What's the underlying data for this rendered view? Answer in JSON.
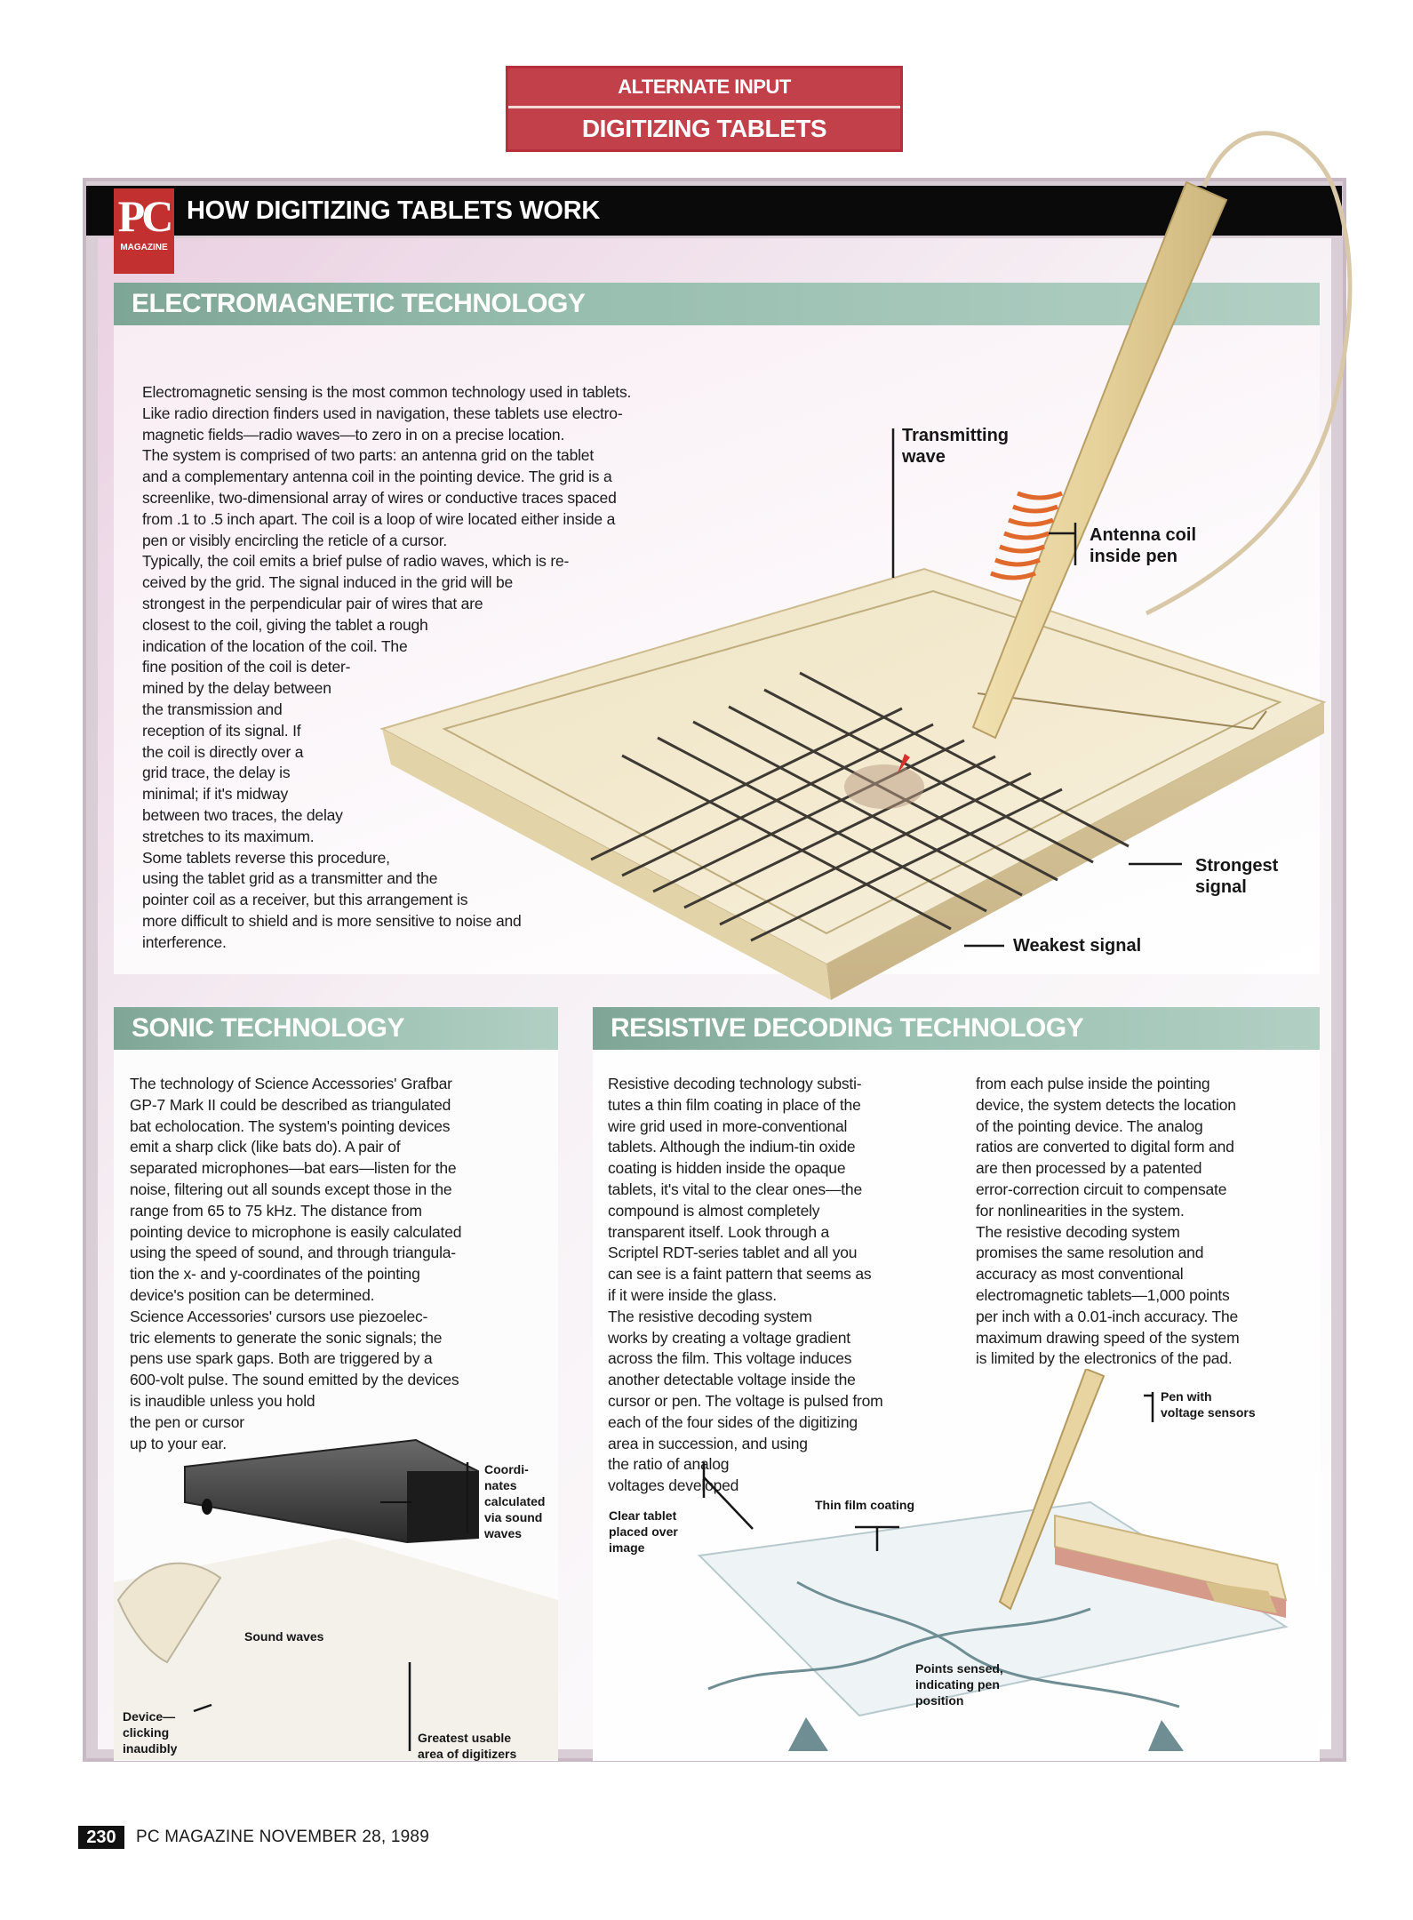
{
  "header": {
    "kicker": "ALTERNATE INPUT",
    "section": "DIGITIZING TABLETS"
  },
  "box": {
    "logo": "PC",
    "logo_sub": "MAGAZINE",
    "title": "HOW DIGITIZING TABLETS WORK"
  },
  "electromagnetic": {
    "heading": "ELECTROMAGNETIC TECHNOLOGY",
    "body": "Electromagnetic sensing is the most common technology used in tablets.\nLike radio direction finders used in navigation, these tablets use electro-\nmagnetic fields—radio waves—to zero in on a precise location.\n      The system is comprised of  two parts: an antenna grid on the tablet\nand a complementary antenna coil in the pointing device. The grid is a\nscreenlike, two-dimensional array of wires or conductive traces spaced\nfrom .1 to .5 inch apart. The coil is a loop of wire located either inside a\npen or visibly encircling the reticle of a cursor.\n      Typically, the coil emits a brief pulse of radio waves, which is re-\nceived by the grid. The signal induced in the grid will be\nstrongest in the perpendicular pair of wires that are\nclosest to the coil, giving the tablet a rough\nindication of the location of the coil. The\nfine position of the coil is deter-\nmined by the delay between\nthe transmission and\nreception of its signal. If\nthe coil is directly over a\ngrid trace, the delay is\nminimal; if it's midway\nbetween two traces, the delay\nstretches to its maximum.\n      Some tablets reverse this procedure,\nusing the tablet grid as a transmitter and the\npointer coil as a receiver, but this arrangement is\nmore difficult to shield and is more sensitive to noise and\ninterference.",
    "labels": {
      "transmitting": "Transmitting\nwave",
      "antenna": "Antenna coil\ninside pen",
      "strongest": "Strongest\nsignal",
      "weakest": "Weakest signal"
    }
  },
  "sonic": {
    "heading": "SONIC TECHNOLOGY",
    "body": "The technology of Science Accessories' Grafbar\nGP-7 Mark II could be described as triangulated\nbat echolocation. The system's pointing devices\nemit a sharp click (like bats do). A pair of\nseparated microphones—bat ears—listen for the\nnoise, filtering out all sounds except those in the\nrange from 65 to 75 kHz. The distance from\npointing device to microphone is easily calculated\nusing the speed of sound, and through triangula-\ntion the x- and y-coordinates of the pointing\ndevice's position can be determined.\n      Science Accessories' cursors use piezoelec-\ntric elements to generate the sonic signals; the\npens use spark gaps. Both are triggered by a\n600-volt pulse. The sound emitted by the devices\nis  inaudible                              unless you hold\n                                                   the pen or cursor\n                                                         up to your ear.",
    "labels": {
      "coordinates": "Coordi-\nnates\ncalculated\nvia sound\nwaves",
      "sound_waves": "Sound waves",
      "device": "Device—\nclicking\ninaudibly",
      "greatest": "Greatest usable\narea of digitizers"
    }
  },
  "resistive": {
    "heading": "RESISTIVE DECODING TECHNOLOGY",
    "body1": "Resistive decoding technology substi-\ntutes a thin film coating in place of the\nwire grid used in more-conventional\ntablets. Although the indium-tin oxide\ncoating is hidden inside the opaque\ntablets, it's vital to the clear ones—the\ncompound is almost completely\ntransparent itself. Look through a\nScriptel RDT-series tablet and all you\ncan see is a faint pattern that seems as\nif it were inside the glass.\n      The resistive decoding system\nworks by creating a voltage gradient\nacross the film. This voltage induces\nanother detectable voltage inside the\ncursor or pen. The voltage is pulsed from\neach of the four sides of the digitizing\narea in succession, and using\nthe ratio of analog\nvoltages developed",
    "body2": "from each pulse inside the pointing\ndevice, the system detects the location\nof the pointing device. The analog\nratios are converted to digital form and\nare then processed by a patented\nerror-correction circuit to compensate\nfor nonlinearities in the system.\n      The resistive decoding system\npromises the same resolution and\naccuracy as most conventional\nelectromagnetic tablets—1,000 points\nper inch with a 0.01-inch accuracy. The\nmaximum drawing speed of the system\nis limited by the electronics of the pad.",
    "labels": {
      "pen": "Pen with\nvoltage sensors",
      "film": "Thin film coating",
      "clear": "Clear tablet\nplaced over\nimage",
      "points": "Points sensed,\nindicating pen\nposition"
    }
  },
  "footer": {
    "page": "230",
    "publication": "PC MAGAZINE  NOVEMBER 28, 1989"
  }
}
